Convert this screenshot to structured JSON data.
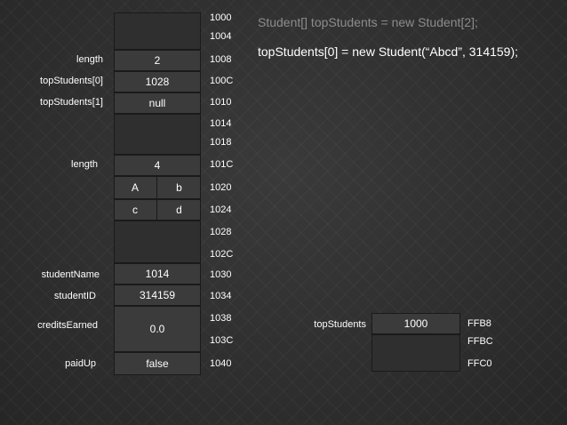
{
  "code": {
    "line1": "Student[]  topStudents = new Student[2];",
    "line2": "topStudents[0] = new Student(“Abcd”, 314159);"
  },
  "addresses": [
    "1000",
    "1004",
    "1008",
    "100C",
    "1010",
    "1014",
    "1018",
    "101C",
    "1020",
    "1024",
    "1028",
    "102C",
    "1030",
    "1034",
    "1038",
    "103C",
    "1040"
  ],
  "labels": {
    "length1": "length",
    "topStudents0": "topStudents[0]",
    "topStudents1": "topStudents[1]",
    "length2": "length",
    "studentName": "studentName",
    "studentID": "studentID",
    "creditsEarned": "creditsEarned",
    "paidUp": "paidUp"
  },
  "cells": {
    "length1": "2",
    "topStudents0": "1028",
    "topStudents1": "null",
    "length2": "4",
    "char_A": "A",
    "char_b": "b",
    "char_c": "c",
    "char_d": "d",
    "studentName": "1014",
    "studentID": "314159",
    "creditsEarned": "0.0",
    "paidUp": "false"
  },
  "stack": {
    "label": "topStudents",
    "value": "1000",
    "addresses": [
      "FFB8",
      "FFBC",
      "FFC0"
    ]
  }
}
